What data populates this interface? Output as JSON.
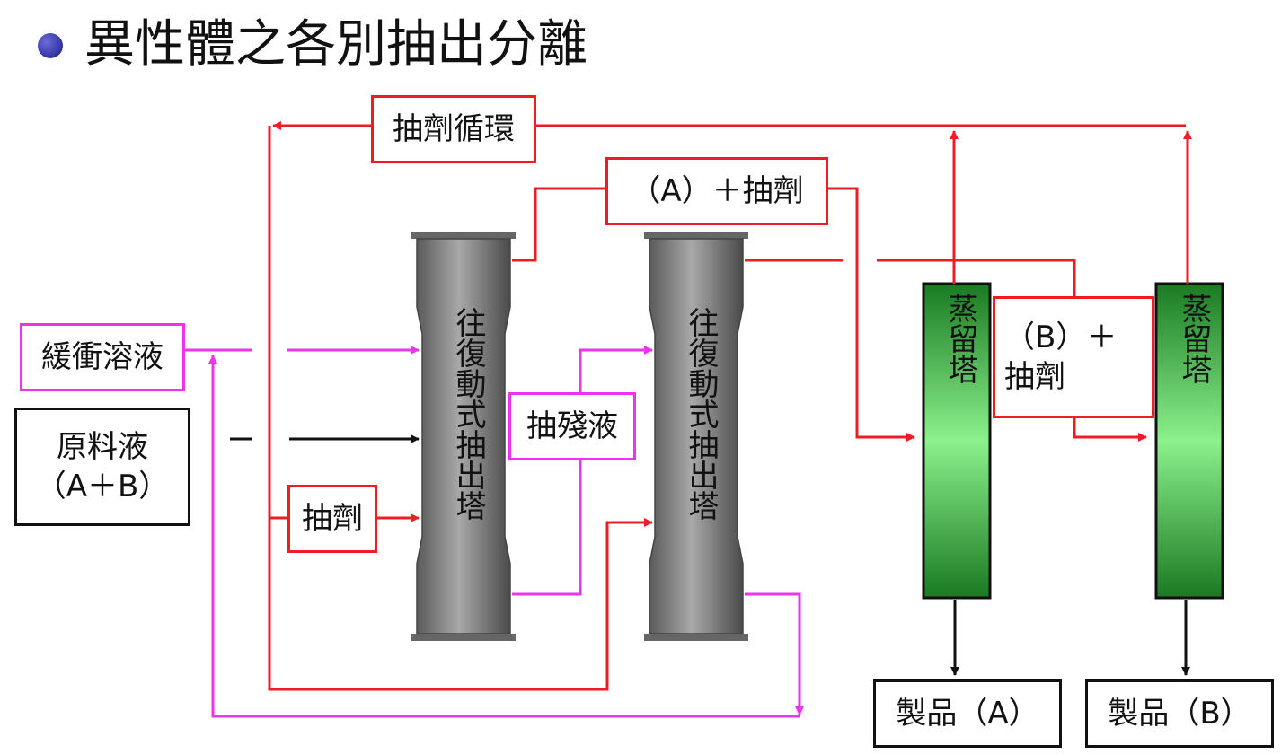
{
  "title": "異性體之各別抽出分離",
  "labels": {
    "solvent_recycle": "抽劑循環",
    "a_plus_solvent": "（A）＋抽劑",
    "buffer_solution": "緩衝溶液",
    "feed_line1": "原料液",
    "feed_line2": "（A＋B）",
    "raffinate": "抽殘液",
    "solvent": "抽劑",
    "b_plus_solvent_line1": "（B）＋",
    "b_plus_solvent_line2": "抽劑",
    "column1": "往復動式抽出塔",
    "column2": "往復動式抽出塔",
    "distill1": "蒸留塔",
    "distill2": "蒸留塔",
    "product_a": "製品（A）",
    "product_b": "製品（B）"
  },
  "colors": {
    "solvent_line": "#ee1c25",
    "buffer_line": "#ee33ee",
    "feed_line": "#111111",
    "column_gray": "#8a8a8a",
    "distill_green": "#1f9a2f"
  }
}
